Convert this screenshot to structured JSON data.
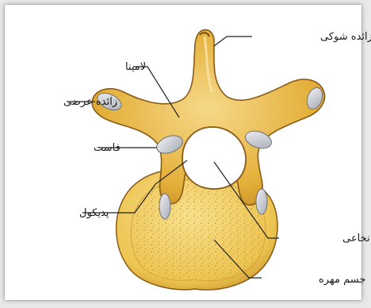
{
  "labels": {
    "spinous_process": "زائده شوکی",
    "lamina": "لامینا",
    "transverse_process": "زائده عرضی",
    "facet": "فاست",
    "pedicle": "پدیکول",
    "spinal_canal": "کانال نخاعی",
    "vertebral_body": "جسم مهره"
  },
  "colors": {
    "bone_fill": "#e7b63a",
    "bone_light": "#f6d98a",
    "bone_outline": "#8a5a17",
    "cartilage": "#c8ccd2",
    "body_sponge": "#f1cd62",
    "leader_line": "#222222"
  }
}
